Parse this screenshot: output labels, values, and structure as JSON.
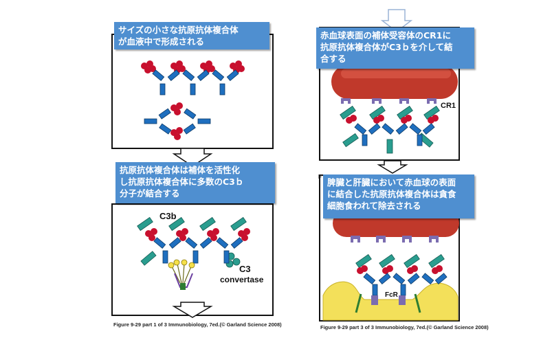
{
  "left": {
    "step1_text": "サイズの小さな抗原抗体複合体\nが血液中で形成される",
    "step2_text": "抗原抗体複合体は補体を活性化\nし抗原抗体複合体に多数のC3ｂ\n分子が結合する",
    "c3b_label": "C3b",
    "c3_label": "C3",
    "convertase_label": "convertase",
    "caption": "Figure 9-29 part 1 of 3  Immunobiology, 7ed.(© Garland Science 2008)"
  },
  "right": {
    "step1_text": "赤血球表面の補体受容体のCR1に\n抗原抗体複合体がC3ｂを介して結\n合する",
    "step2_text": "脾臓と肝臓において赤血球の表面\nに結合した抗原抗体複合体は貪食\n細胞食われて除去される",
    "cr1_label": "CR1",
    "fcr_label": "FcR",
    "hidden_letter": "F",
    "caption": "Figure 9-29 part 3 of 3  Immunobiology, 7ed.(© Garland Science 2008)"
  },
  "colors": {
    "banner": "#4f8fd0",
    "antigen": "#c8102e",
    "antibody": "#1f6fbf",
    "c3b": "#2a9d8f",
    "rbc": "#c0392b",
    "receptor": "#7b6cb0",
    "phagocyte": "#f3e05a"
  }
}
